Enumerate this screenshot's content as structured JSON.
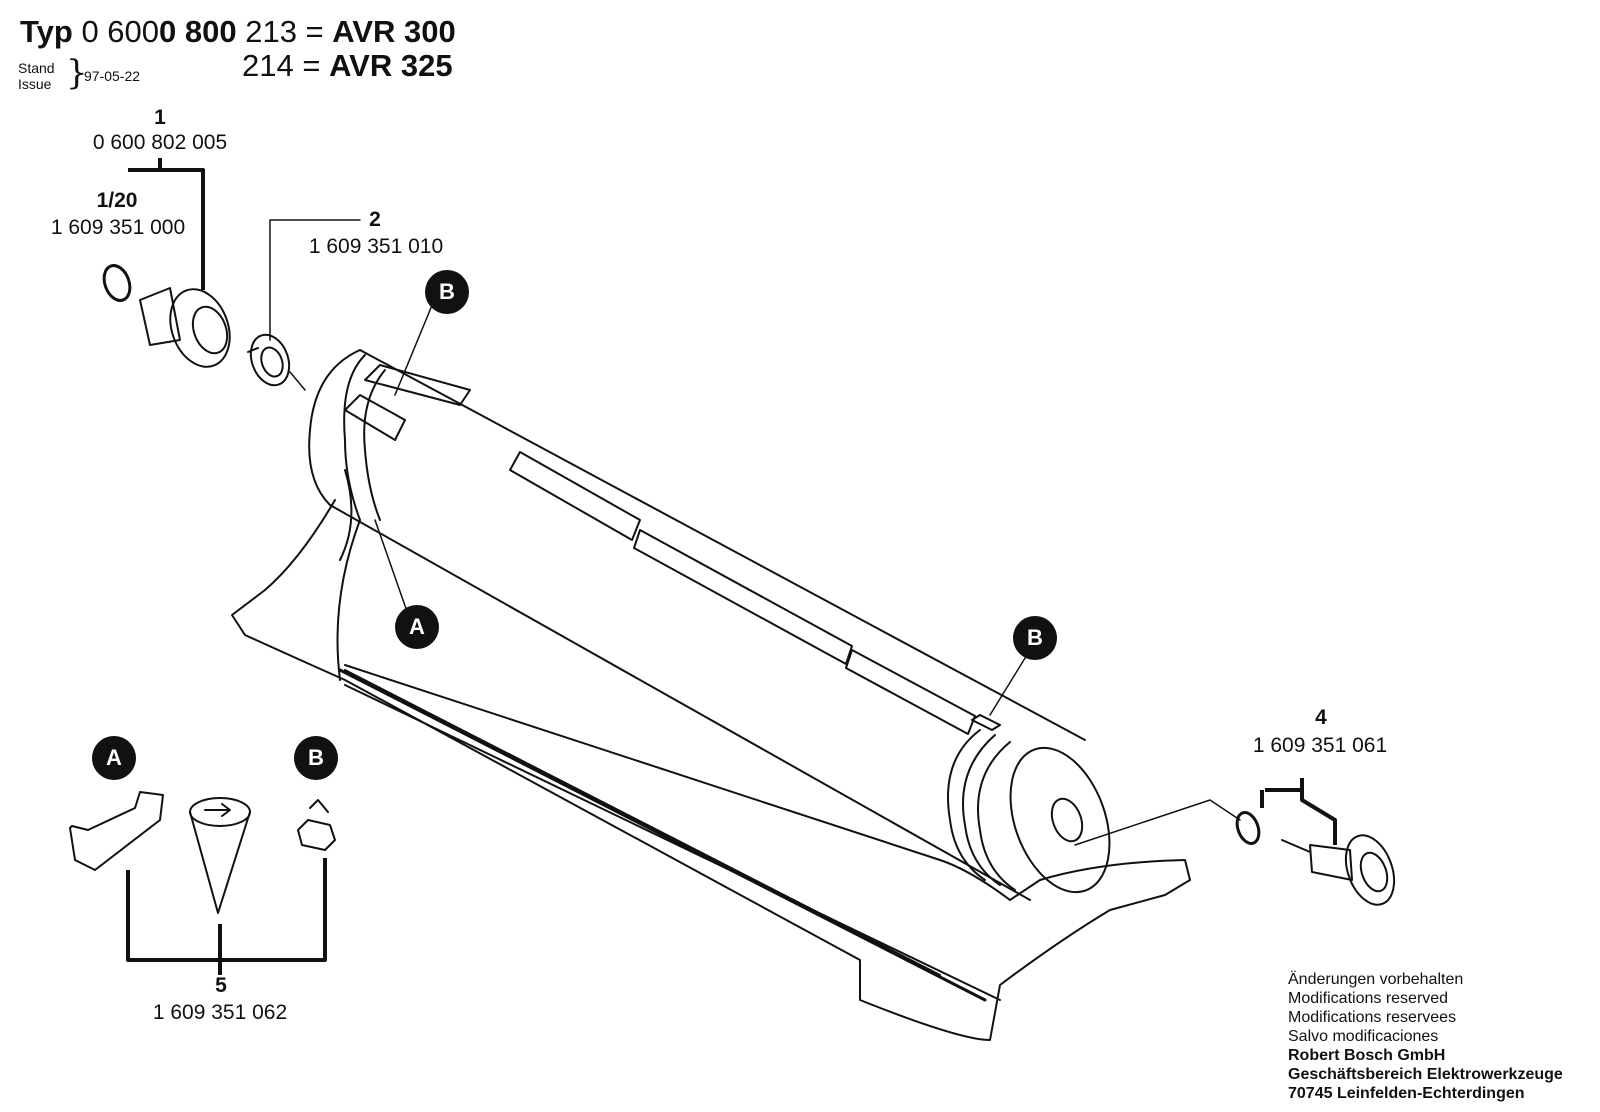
{
  "header": {
    "typ_label": "Typ",
    "typ_prefix": "0 600",
    "typ_bold": "0 800",
    "variant1_suffix": "213 =",
    "variant1_model": "AVR 300",
    "variant2_suffix": "214 =",
    "variant2_model": "AVR 325",
    "stand_label": "Stand",
    "issue_label": "Issue",
    "date": "97-05-22"
  },
  "parts": [
    {
      "id": "1",
      "number": "0 600 802 005"
    },
    {
      "id": "1/20",
      "number": "1 609 351 000"
    },
    {
      "id": "2",
      "number": "1 609 351 010"
    },
    {
      "id": "4",
      "number": "1 609 351 061"
    },
    {
      "id": "5",
      "number": "1 609 351 062"
    }
  ],
  "callouts": {
    "a": "A",
    "b": "B"
  },
  "notes": {
    "line1": "Änderungen vorbehalten",
    "line2": "Modifications reserved",
    "line3": "Modifications reservees",
    "line4": "Salvo modificaciones",
    "company": "Robert Bosch GmbH",
    "division": "Geschäftsbereich Elektrowerkzeuge",
    "address": "70745 Leinfelden-Echterdingen"
  }
}
